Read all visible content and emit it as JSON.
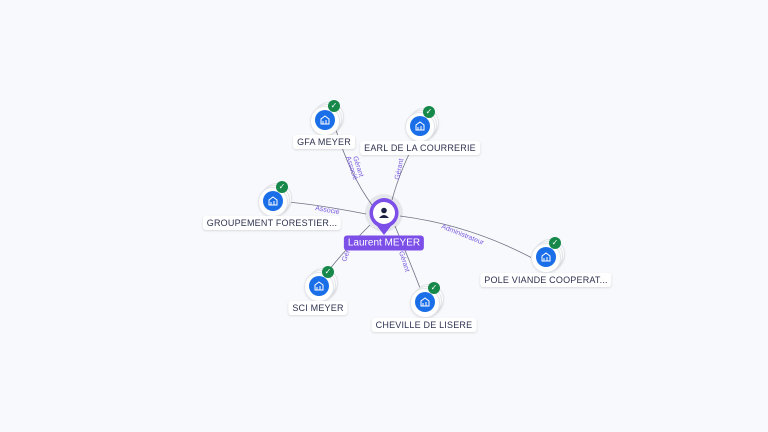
{
  "center": {
    "name": "Laurent MEYER",
    "icon": "person-icon",
    "color": "#7b4fe8"
  },
  "companies": [
    {
      "name": "GFA MEYER",
      "roles": [
        "Gérant",
        "Associé"
      ],
      "verified": true
    },
    {
      "name": "EARL DE LA COURRERIE",
      "roles": [
        "Gérant"
      ],
      "verified": true
    },
    {
      "name": "GROUPEMENT FORESTIER...",
      "roles": [
        "Associé"
      ],
      "verified": true
    },
    {
      "name": "POLE VIANDE COOPERAT...",
      "roles": [
        "Administrateur"
      ],
      "verified": true
    },
    {
      "name": "SCI MEYER",
      "roles": [
        "Gérant"
      ],
      "verified": true
    },
    {
      "name": "CHEVILLE DE LISERE",
      "roles": [
        "Gérant"
      ],
      "verified": true
    }
  ],
  "colors": {
    "company": "#1a6ee8",
    "verified": "#16884a",
    "edge_label": "#7b5ce0"
  }
}
